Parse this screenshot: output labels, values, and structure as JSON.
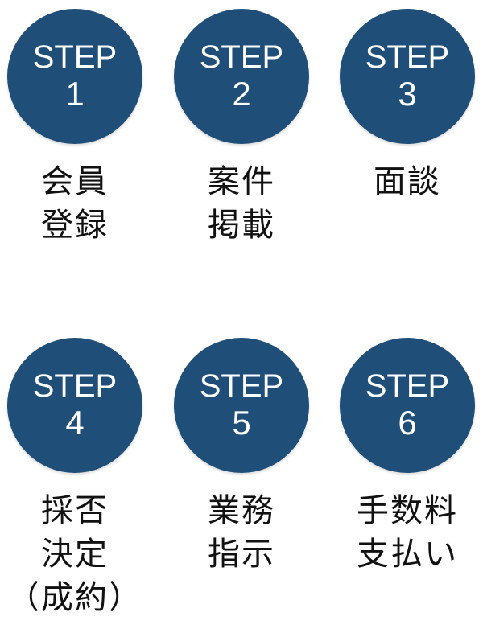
{
  "colors": {
    "accent": "#1f4e79",
    "text": "#111111",
    "background": "#ffffff"
  },
  "steps": [
    {
      "word": "STEP",
      "number": "1",
      "label_lines": [
        "会員",
        "登録"
      ]
    },
    {
      "word": "STEP",
      "number": "2",
      "label_lines": [
        "案件",
        "掲載"
      ]
    },
    {
      "word": "STEP",
      "number": "3",
      "label_lines": [
        "面談"
      ]
    },
    {
      "word": "STEP",
      "number": "4",
      "label_lines": [
        "採否",
        "決定",
        "（成約）"
      ]
    },
    {
      "word": "STEP",
      "number": "5",
      "label_lines": [
        "業務",
        "指示"
      ]
    },
    {
      "word": "STEP",
      "number": "6",
      "label_lines": [
        "手数料",
        "支払い"
      ]
    }
  ]
}
